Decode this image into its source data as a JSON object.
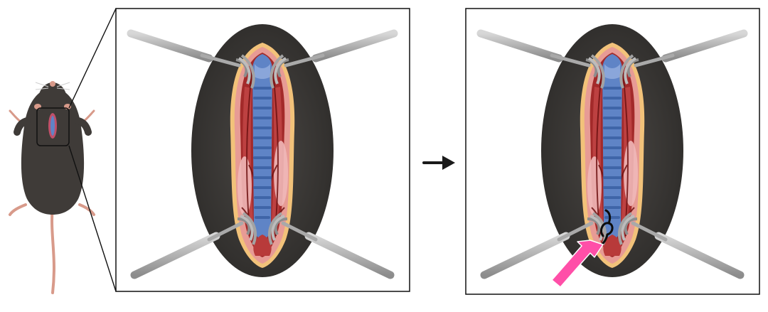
{
  "figure": {
    "panels": [
      {
        "id": "mouse-overview",
        "icon": "mouse-icon"
      },
      {
        "id": "surgical-field-before",
        "icon": "surgical-field-icon"
      },
      {
        "id": "surgical-field-after",
        "icon": "surgical-field-icon"
      }
    ],
    "transition_arrow": {
      "icon": "right-arrow-icon",
      "color": "#1a1a1a"
    },
    "highlight_arrow": {
      "icon": "highlight-arrow-icon",
      "color": "#ff4fa8"
    },
    "colors": {
      "fur": "#3f3b38",
      "skin_pink": "#e8a3a3",
      "tissue_red": "#a32a2a",
      "trachea_blue": "#5f84c6",
      "retractor_gray": "#a9a9a9",
      "dark_field": "#3b3937"
    }
  }
}
